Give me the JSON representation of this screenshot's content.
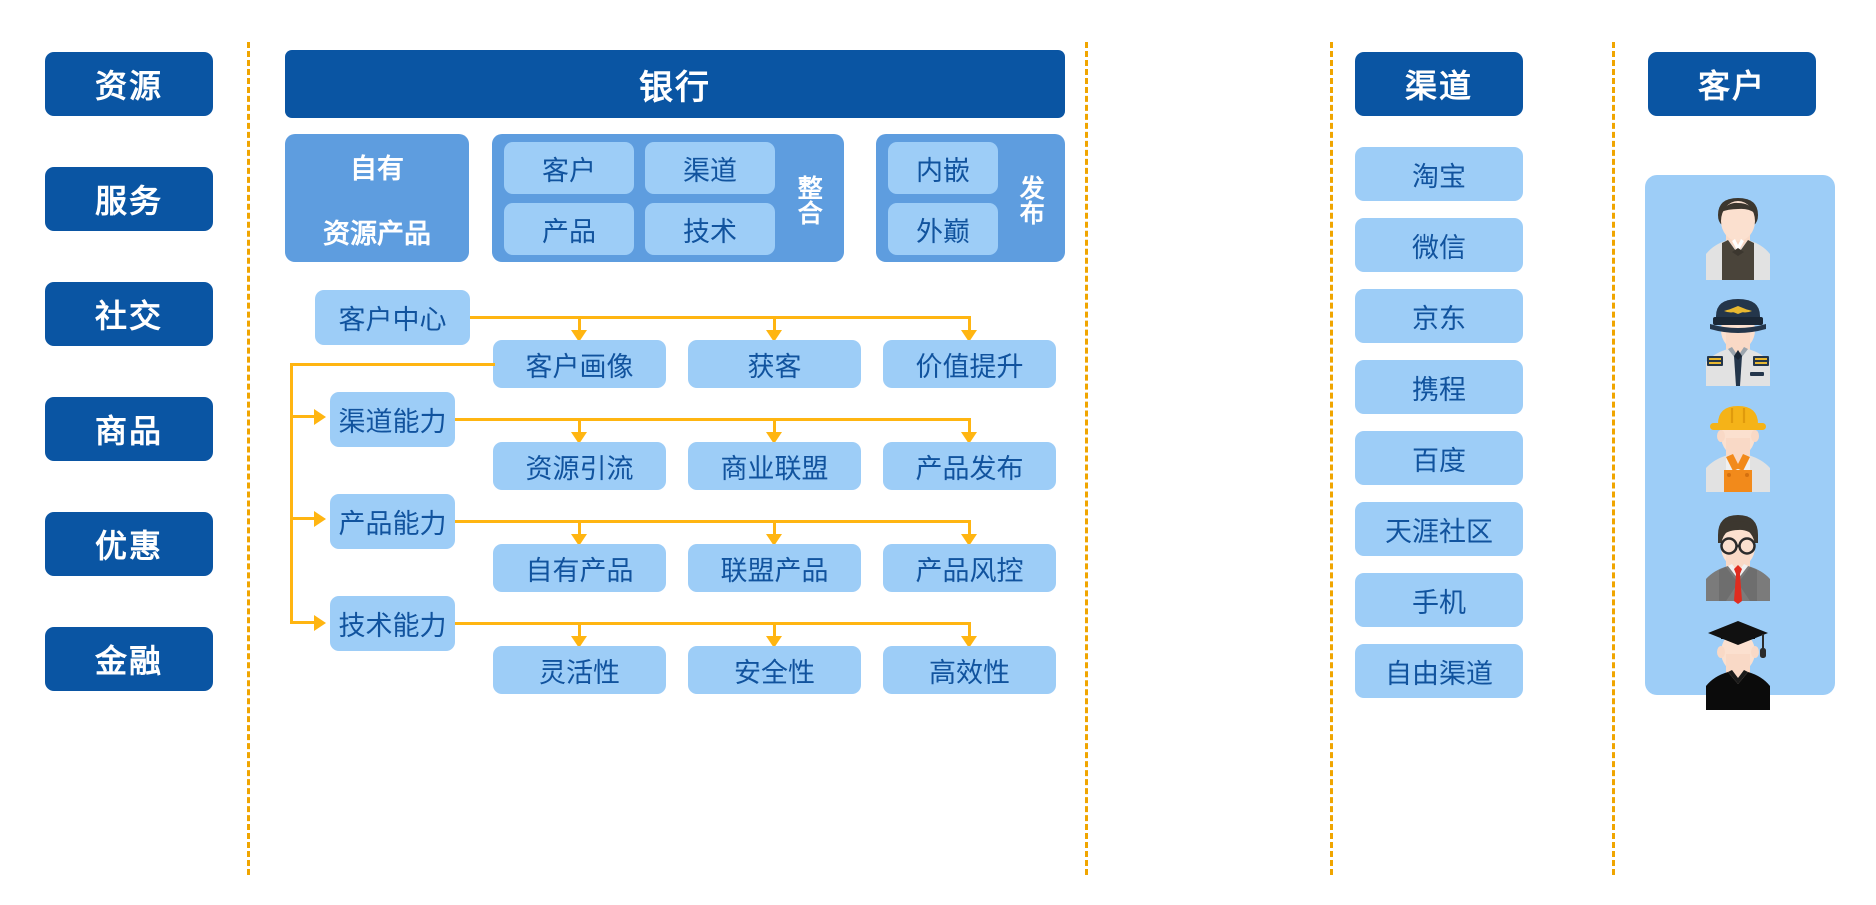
{
  "palette": {
    "dark_blue": "#0a55a3",
    "medium_blue": "#5e9ddf",
    "light_blue": "#9dcdf7",
    "text_blue": "#11539e",
    "connector_orange": "#ffb511",
    "divider_orange": "#f0a500",
    "background": "#ffffff"
  },
  "left_column": {
    "name": "resource-dimensions",
    "items": [
      {
        "label": "资源"
      },
      {
        "label": "服务"
      },
      {
        "label": "社交"
      },
      {
        "label": "商品"
      },
      {
        "label": "优惠"
      },
      {
        "label": "金融"
      }
    ]
  },
  "bank": {
    "title": "银行",
    "own_group": {
      "rows": [
        {
          "label": "自有"
        },
        {
          "label": "资源产品"
        }
      ]
    },
    "integration_group": {
      "vertical_label": "整合",
      "cells": [
        {
          "label": "客户"
        },
        {
          "label": "渠道"
        },
        {
          "label": "产品"
        },
        {
          "label": "技术"
        }
      ]
    },
    "publish_group": {
      "vertical_label": "发布",
      "cells": [
        {
          "label": "内嵌"
        },
        {
          "label": "外巅"
        }
      ]
    },
    "flow_rows": [
      {
        "source": "客户中心",
        "targets": [
          "客户画像",
          "获客",
          "价值提升"
        ]
      },
      {
        "source": "渠道能力",
        "targets": [
          "资源引流",
          "商业联盟",
          "产品发布"
        ]
      },
      {
        "source": "产品能力",
        "targets": [
          "自有产品",
          "联盟产品",
          "产品风控"
        ]
      },
      {
        "source": "技术能力",
        "targets": [
          "灵活性",
          "安全性",
          "高效性"
        ]
      }
    ]
  },
  "channel_column": {
    "title": "渠道",
    "items": [
      {
        "label": "淘宝"
      },
      {
        "label": "微信"
      },
      {
        "label": "京东"
      },
      {
        "label": "携程"
      },
      {
        "label": "百度"
      },
      {
        "label": "天涯社区"
      },
      {
        "label": "手机"
      },
      {
        "label": "自由渠道"
      }
    ]
  },
  "customer_column": {
    "title": "客户",
    "avatars": [
      {
        "icon": "waiter-avatar-icon"
      },
      {
        "icon": "pilot-avatar-icon"
      },
      {
        "icon": "construction-worker-avatar-icon"
      },
      {
        "icon": "businessman-avatar-icon"
      },
      {
        "icon": "graduate-avatar-icon"
      }
    ]
  }
}
